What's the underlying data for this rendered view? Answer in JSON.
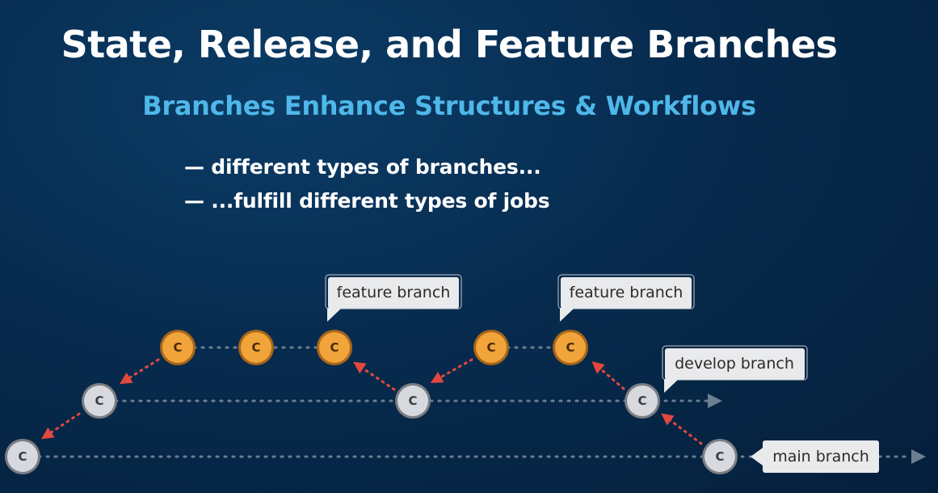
{
  "title": "State, Release, and Feature Branches",
  "subtitle": "Branches Enhance Structures & Workflows",
  "bullets": [
    "— different types of branches...",
    "— ...fulfill different types of jobs"
  ],
  "diagram": {
    "commit_label": "C",
    "labels": {
      "feature_1": "feature branch",
      "feature_2": "feature branch",
      "develop": "develop branch",
      "main": "main branch"
    },
    "colors": {
      "feature_commit": "#f0a43a",
      "base_commit": "#d7d9de",
      "merge_arrow": "#e2483d",
      "callout_bg": "#e9eaec"
    }
  }
}
